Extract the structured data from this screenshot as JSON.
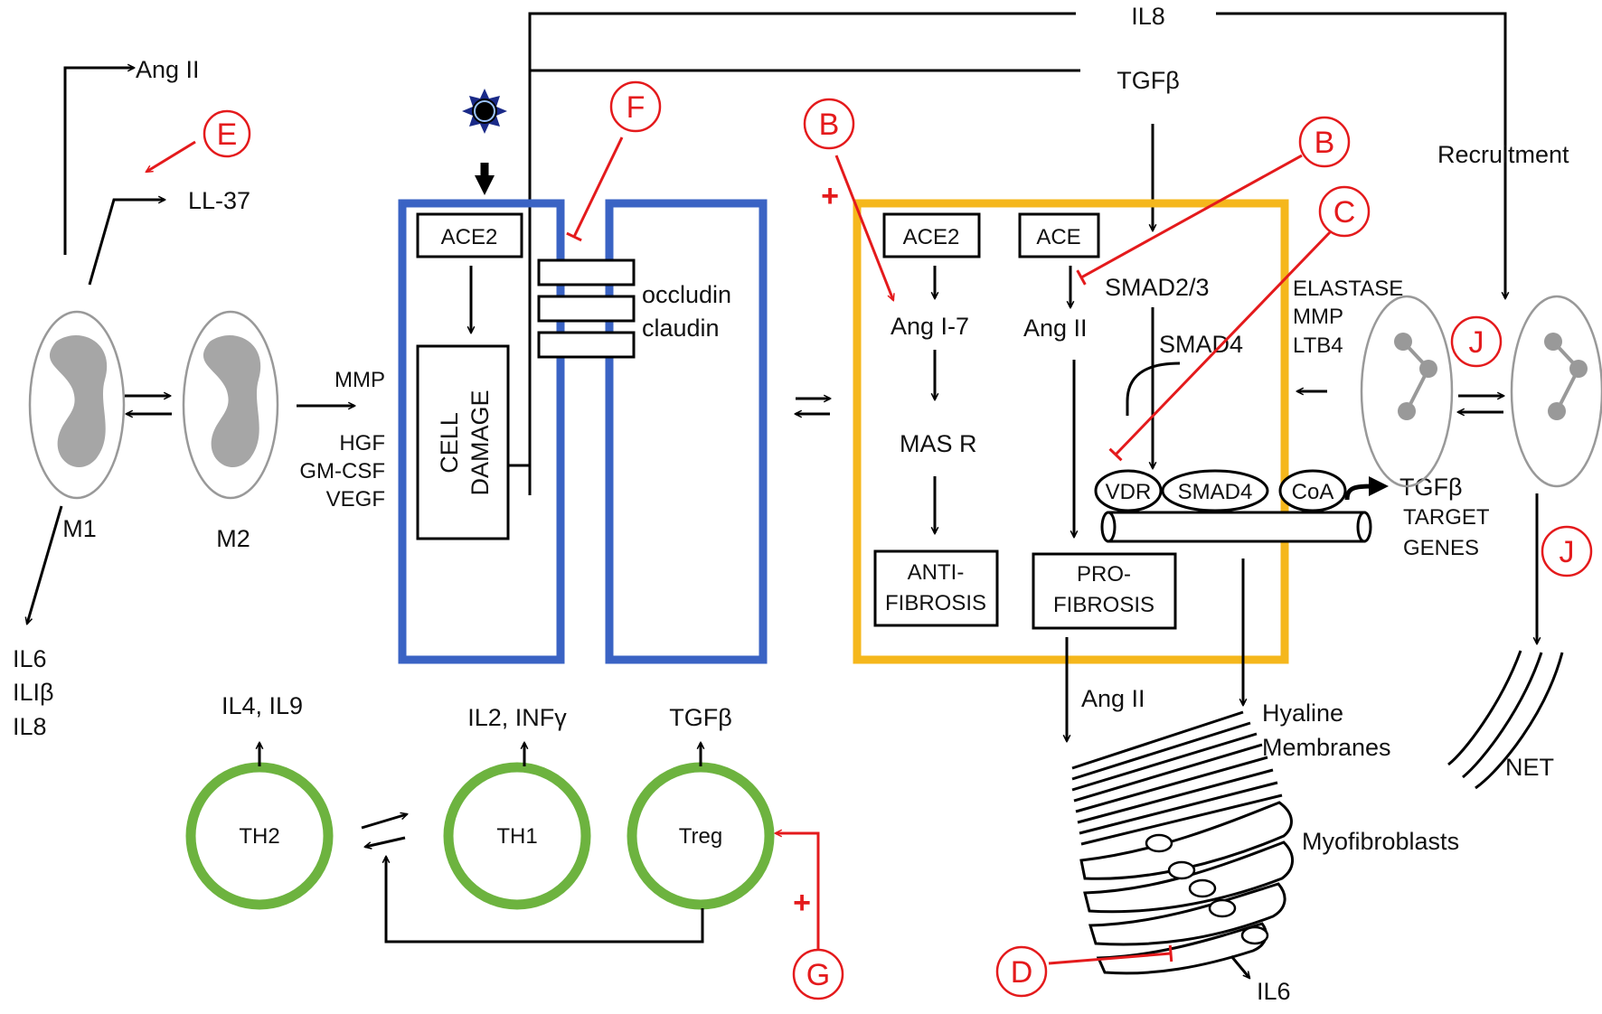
{
  "colors": {
    "epithelial_border": "#3a63c4",
    "fibroblast_border": "#f5b71c",
    "tcell_ring": "#6db33f",
    "intervention": "#e41a1c"
  },
  "icons": [
    "sun-icon",
    "neutrophil-icon",
    "macrophage-icon"
  ],
  "top": {
    "il8": "IL8",
    "tgfb": "TGFβ",
    "recruitment": "Recruitment"
  },
  "macrophage": {
    "ang2": "Ang II",
    "ll37": "LL-37",
    "m1": "M1",
    "m2": "M2",
    "m1_outputs": [
      "IL6",
      "ILIβ",
      "IL8"
    ],
    "m2_outputs": [
      "MMP",
      "HGF",
      "GM-CSF",
      "VEGF"
    ]
  },
  "epithelium": {
    "ace2": "ACE2",
    "cell_damage": [
      "CELL",
      "DAMAGE"
    ],
    "occludin": "occludin",
    "claudin": "claudin"
  },
  "fibroblast": {
    "ace2": "ACE2",
    "ace": "ACE",
    "ang17": "Ang I-7",
    "ang2": "Ang II",
    "mas_r": "MAS R",
    "smad23": "SMAD2/3",
    "smad4": "SMAD4",
    "vdr": "VDR",
    "smad4_oval": "SMAD4",
    "coa": "CoA",
    "tgfb_targets": [
      "TGFβ",
      "TARGET",
      "GENES"
    ],
    "anti_fibrosis": [
      "ANTI-",
      "FIBROSIS"
    ],
    "pro_fibrosis": [
      "PRO-",
      "FIBROSIS"
    ]
  },
  "neutrophil": {
    "factors": [
      "ELASTASE",
      "MMP",
      "LTB4"
    ],
    "net": "NET"
  },
  "lower": {
    "ang2": "Ang II",
    "hyaline": [
      "Hyaline",
      "Membranes"
    ],
    "myofibroblasts": "Myofibroblasts",
    "il6": "IL6"
  },
  "tcells": {
    "th2": "TH2",
    "th1": "TH1",
    "treg": "Treg",
    "th2_out": "IL4, IL9",
    "th1_out": "IL2, INFγ",
    "treg_out": "TGFβ"
  },
  "interventions": {
    "e": "E",
    "f": "F",
    "b1": "B",
    "b2": "B",
    "c": "C",
    "j1": "J",
    "j2": "J",
    "d": "D",
    "g": "G"
  },
  "plus_signs": {
    "b": "+",
    "g": "+"
  }
}
